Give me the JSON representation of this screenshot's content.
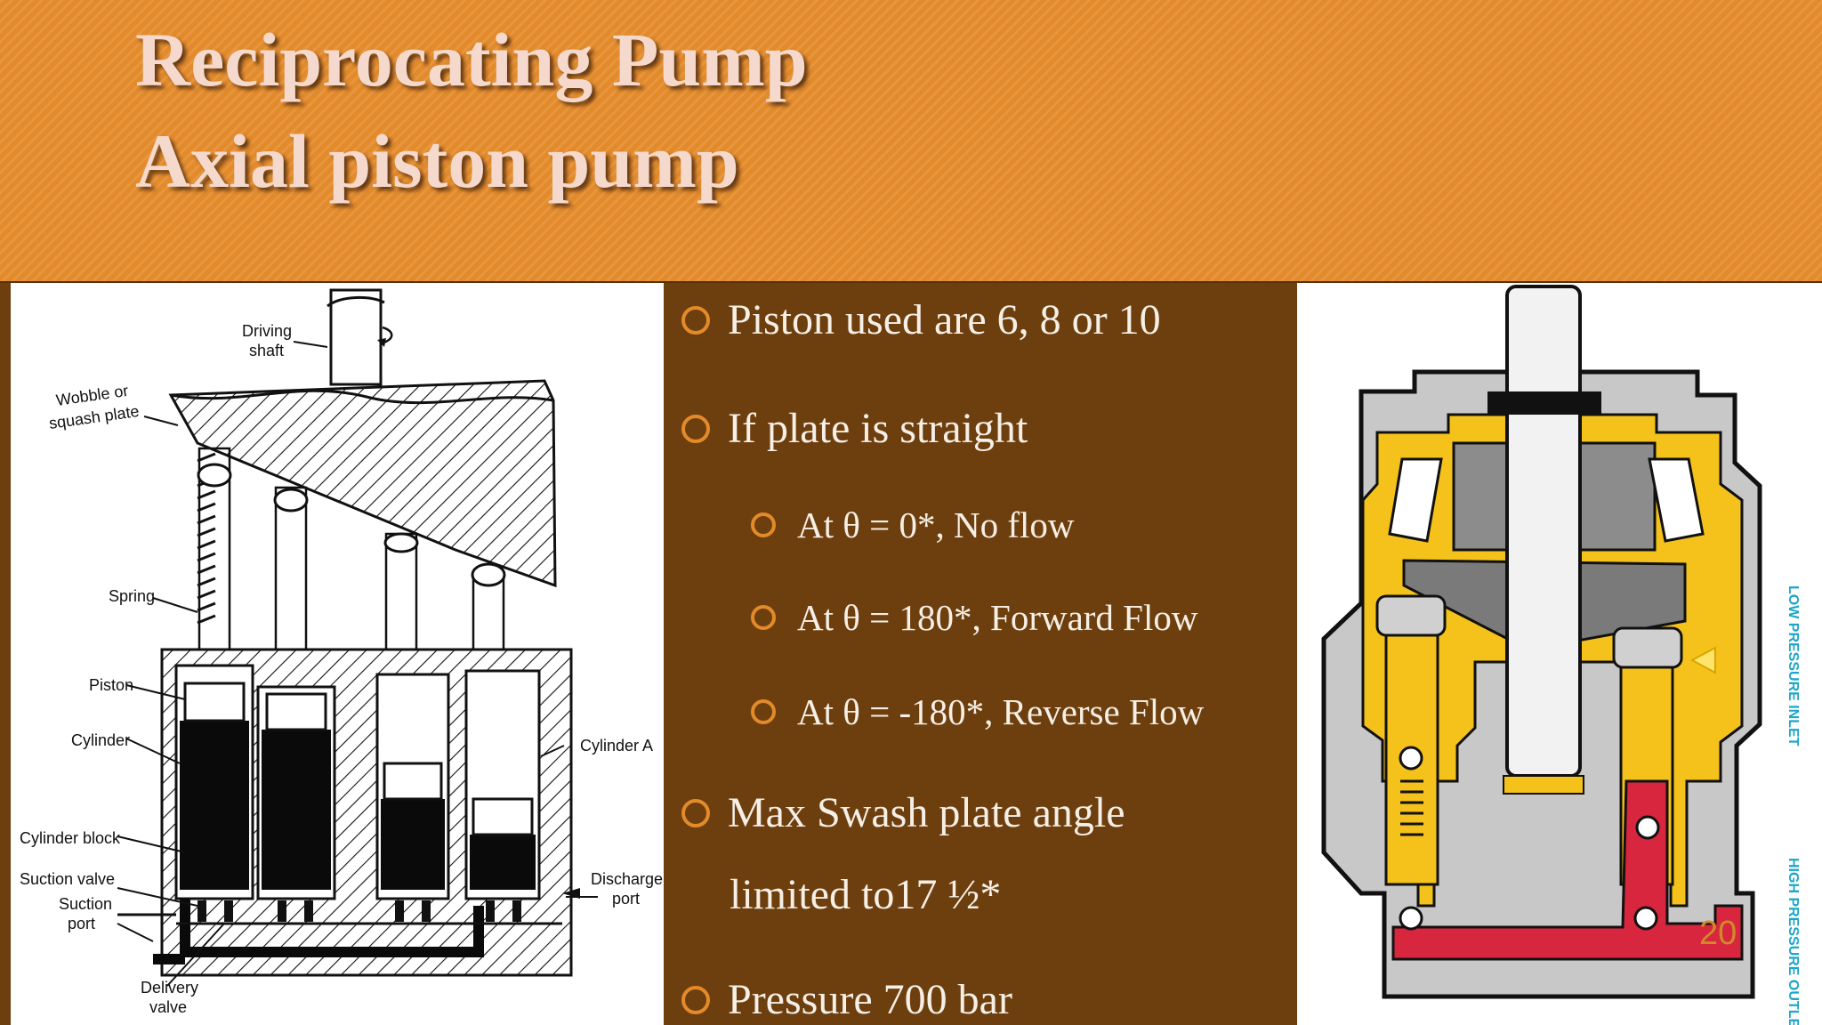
{
  "slide": {
    "title_line1": "Reciprocating Pump",
    "title_line2": "Axial piston pump",
    "page_number": "20"
  },
  "left_diagram": {
    "labels": {
      "driving_shaft_1": "Driving",
      "driving_shaft_2": "shaft",
      "wobble_1": "Wobble or",
      "wobble_2": "squash plate",
      "spring": "Spring",
      "piston": "Piston",
      "cylinder": "Cylinder",
      "cylinder_a": "Cylinder A",
      "cylinder_block": "Cylinder block",
      "suction_valve": "Suction valve",
      "suction_port_1": "Suction",
      "suction_port_2": "port",
      "discharge_port_1": "Discharge",
      "discharge_port_2": "port",
      "delivery_valve_1": "Delivery",
      "delivery_valve_2": "valve"
    }
  },
  "bullets": [
    {
      "text": "Piston used are 6, 8 or 10"
    },
    {
      "text": "If plate is straight"
    },
    {
      "text": "At θ = 0*, No flow"
    },
    {
      "text": "At θ = 180*, Forward Flow"
    },
    {
      "text": "At θ = -180*, Reverse Flow"
    },
    {
      "text": "Max Swash plate angle",
      "continuation": "limited to17 ½*"
    },
    {
      "text": "Pressure 700 bar"
    }
  ],
  "right_diagram": {
    "low_pressure_label": "LOW PRESSURE INLET",
    "high_pressure_label": "HIGH PRESSURE OUTLET"
  },
  "colors": {
    "header": "#e38a2a",
    "body_background": "#6e3f0e",
    "bullet_ring": "#e38a2a",
    "title_text": "#f5d9cc",
    "oil_low": "#f5c21b",
    "oil_high": "#d7263d",
    "label_cyan": "#1aa7c9"
  }
}
